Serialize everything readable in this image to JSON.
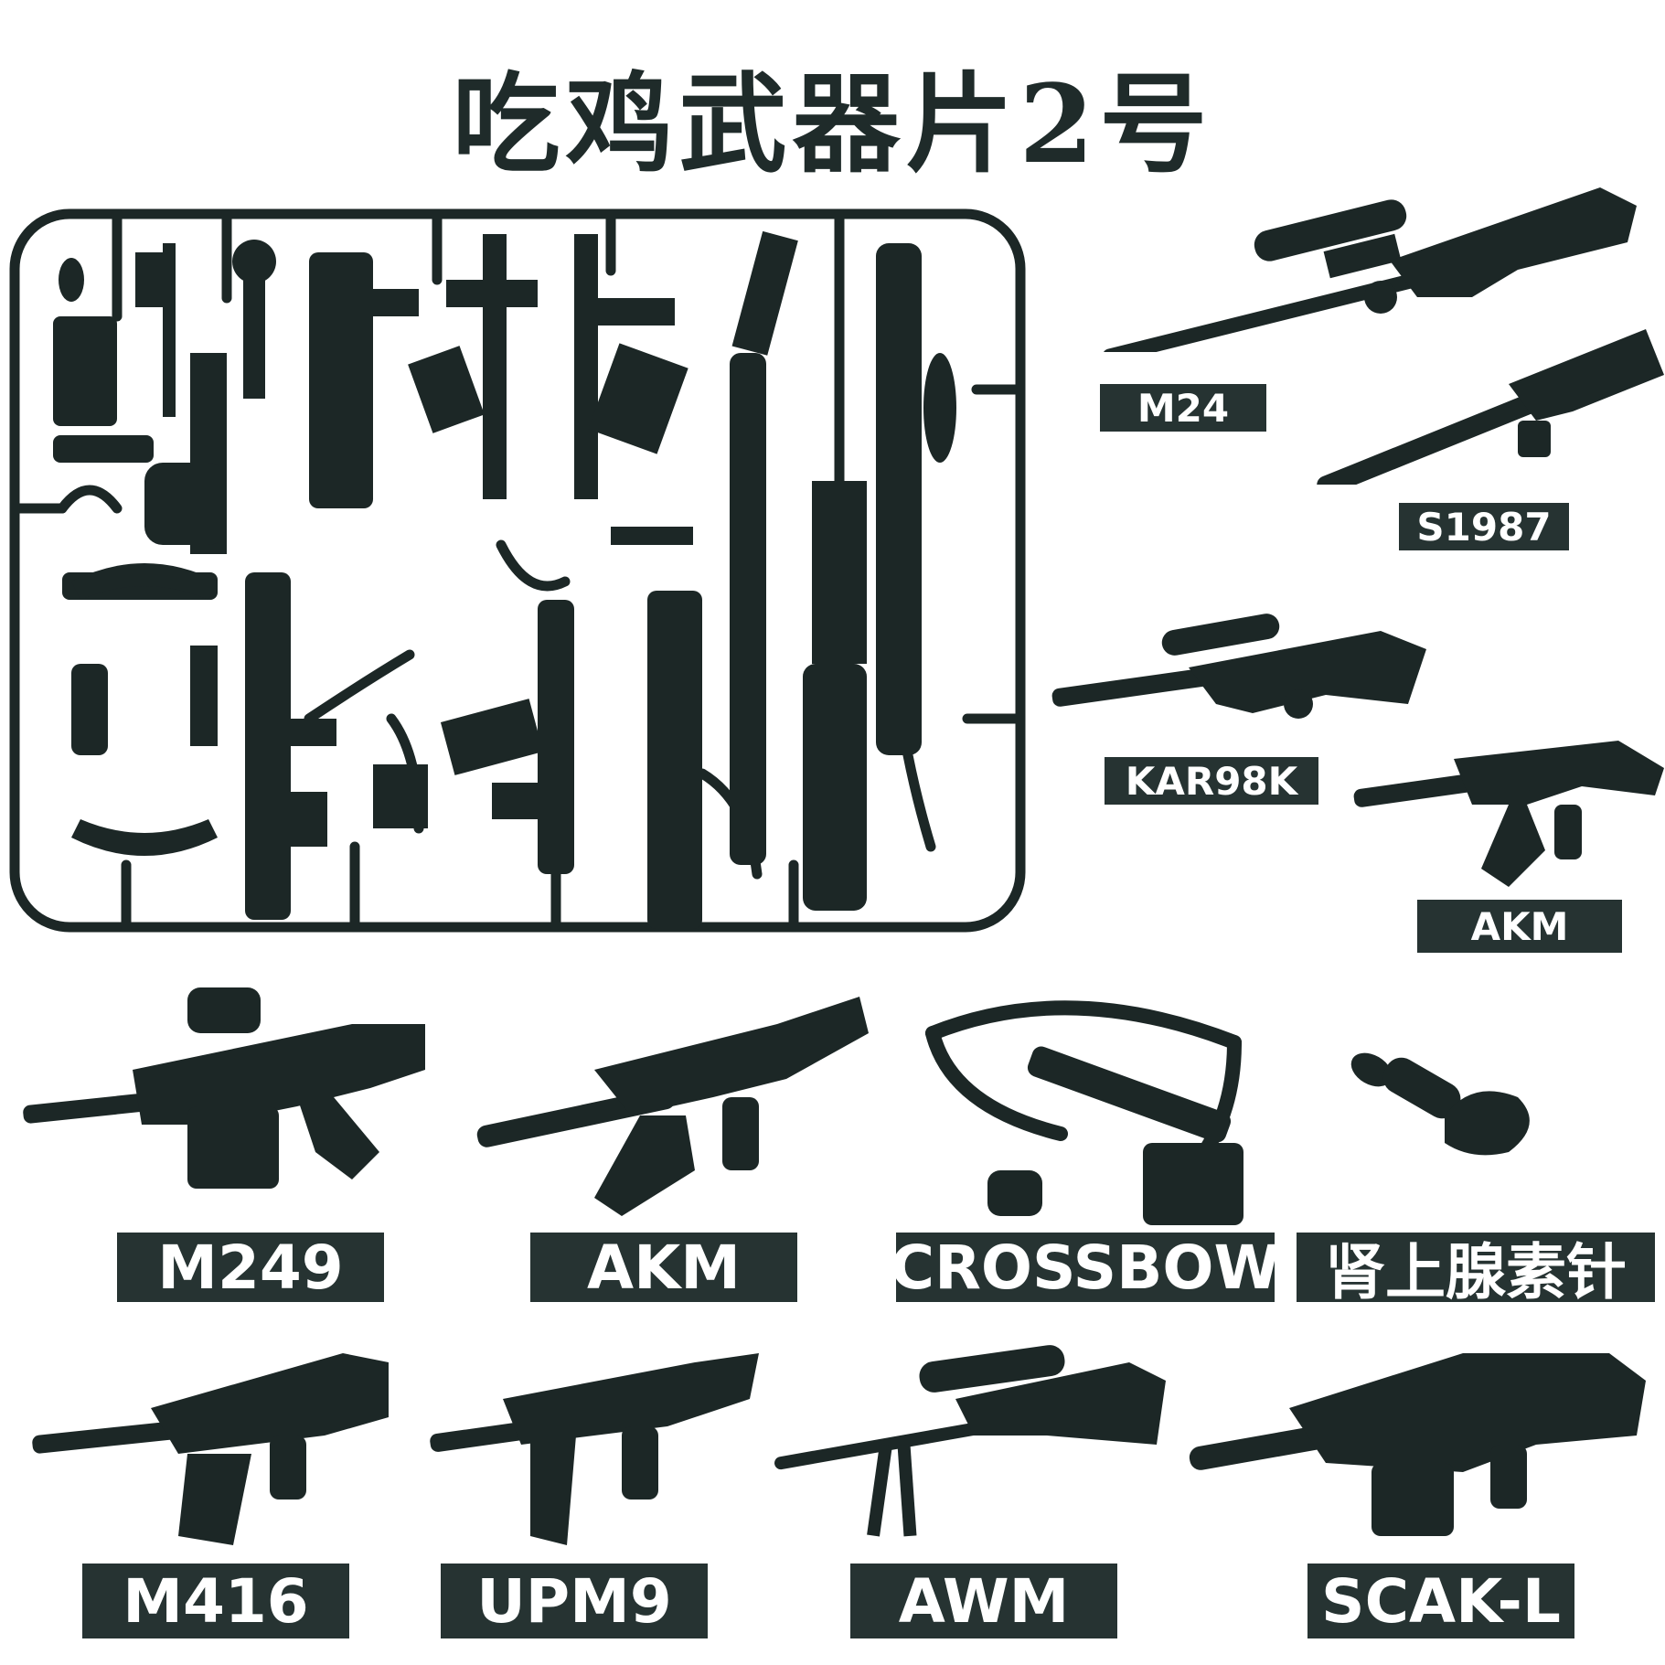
{
  "title": "吃鸡武器片2号",
  "colors": {
    "plastic": "#1c2726",
    "label_bg": "#263332",
    "label_text": "#ffffff",
    "background": "#ffffff"
  },
  "labels": {
    "m24": "M24",
    "s1987": "S1987",
    "kar98k": "KAR98K",
    "akm_small": "AKM",
    "m249": "M249",
    "akm": "AKM",
    "crossbow": "CROSSBOW",
    "adrenaline": "肾上腺素针",
    "m416": "M416",
    "upm9": "UPM9",
    "awm": "AWM",
    "scak_l": "SCAK-L"
  }
}
